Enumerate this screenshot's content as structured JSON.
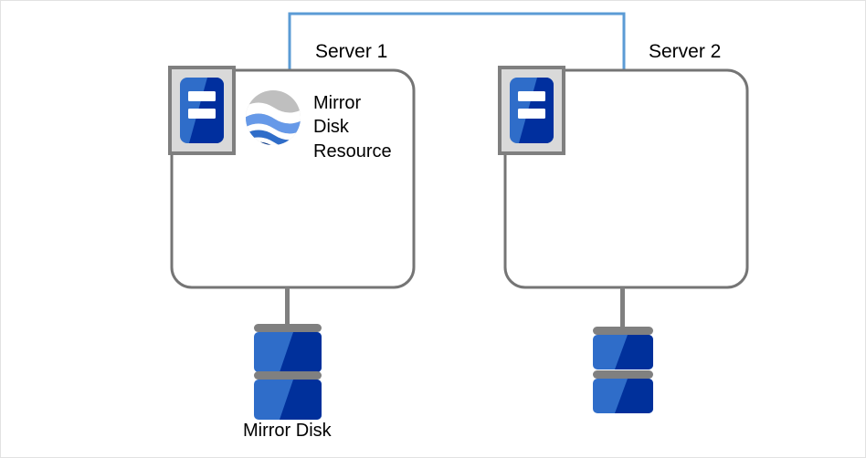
{
  "diagram": {
    "title": "Mirror Disk Resource across two servers",
    "type": "cluster-topology",
    "colors": {
      "page_border": "#e2e2e2",
      "box_stroke": "#757575",
      "network_line": "#5b9bd5",
      "badge_frame_outer": "#7f7f7f",
      "badge_frame_inner": "#d9d9d9",
      "server_blue": "#2f6dc9",
      "server_navy": "#002f9e",
      "disk_blue": "#2f6dc9",
      "disk_navy": "#00309b",
      "disk_bar_gray": "#808080",
      "connector_gray": "#808080",
      "globe_gray": "#bfbfbf",
      "globe_light_blue": "#6699e8",
      "globe_mid_blue": "#2f6dc9",
      "globe_dark_blue": "#0b3b8c",
      "text": "#000000"
    },
    "network": {
      "name": "interconnect-link",
      "label": ""
    },
    "nodes": [
      {
        "id": "server-1",
        "label": "Server 1",
        "badge_icon": "server-icon",
        "resource": {
          "icon": "mirror-disk-resource-globe-icon",
          "label": "Mirror\nDisk\nResource",
          "label_lines": [
            "Mirror",
            "Disk",
            "Resource"
          ]
        },
        "disk": {
          "icon": "disk-stack-icon",
          "label": "Mirror Disk",
          "platters": 2
        }
      },
      {
        "id": "server-2",
        "label": "Server 2",
        "badge_icon": "server-icon",
        "resource": null,
        "disk": {
          "icon": "disk-stack-icon",
          "label": "",
          "platters": 2
        }
      }
    ]
  }
}
